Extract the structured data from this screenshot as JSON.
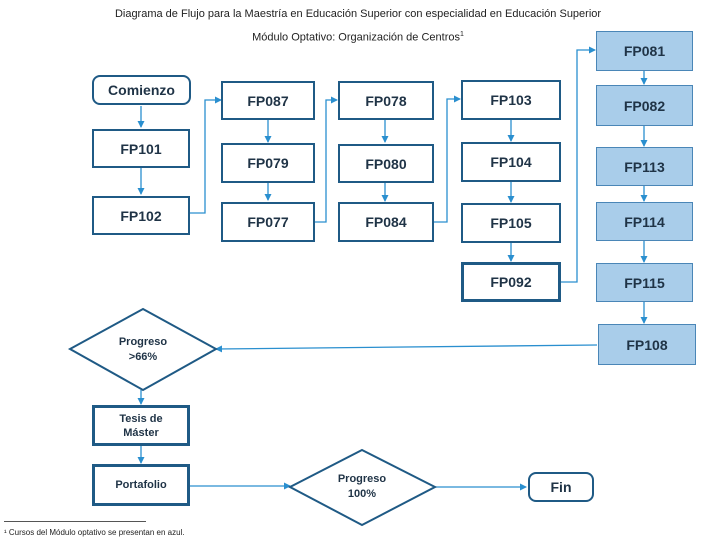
{
  "header": {
    "title": "Diagrama de Flujo para la Maestría en Educación Superior con especialidad en Educación Superior",
    "subtitle": "Módulo Optativo: Organización de Centros",
    "subtitle_mark": "1"
  },
  "nodes": {
    "start": "Comienzo",
    "fp101": "FP101",
    "fp102": "FP102",
    "fp087": "FP087",
    "fp079": "FP079",
    "fp077": "FP077",
    "fp078": "FP078",
    "fp080": "FP080",
    "fp084": "FP084",
    "fp103": "FP103",
    "fp104": "FP104",
    "fp105": "FP105",
    "fp092": "FP092",
    "fp081": "FP081",
    "fp082": "FP082",
    "fp113": "FP113",
    "fp114": "FP114",
    "fp115": "FP115",
    "fp108": "FP108",
    "progress66_line1": "Progreso",
    "progress66_line2": ">66%",
    "thesis_line1": "Tesis de",
    "thesis_line2": "Máster",
    "portfolio": "Portafolio",
    "progress100_line1": "Progreso",
    "progress100_line2": "100%",
    "end": "Fin"
  },
  "footnote": "¹ Cursos del Módulo optativo se presentan en azul.",
  "colors": {
    "box_border": "#1f5a85",
    "optional_fill": "#a9cdea",
    "arrow": "#2a8fcf"
  }
}
